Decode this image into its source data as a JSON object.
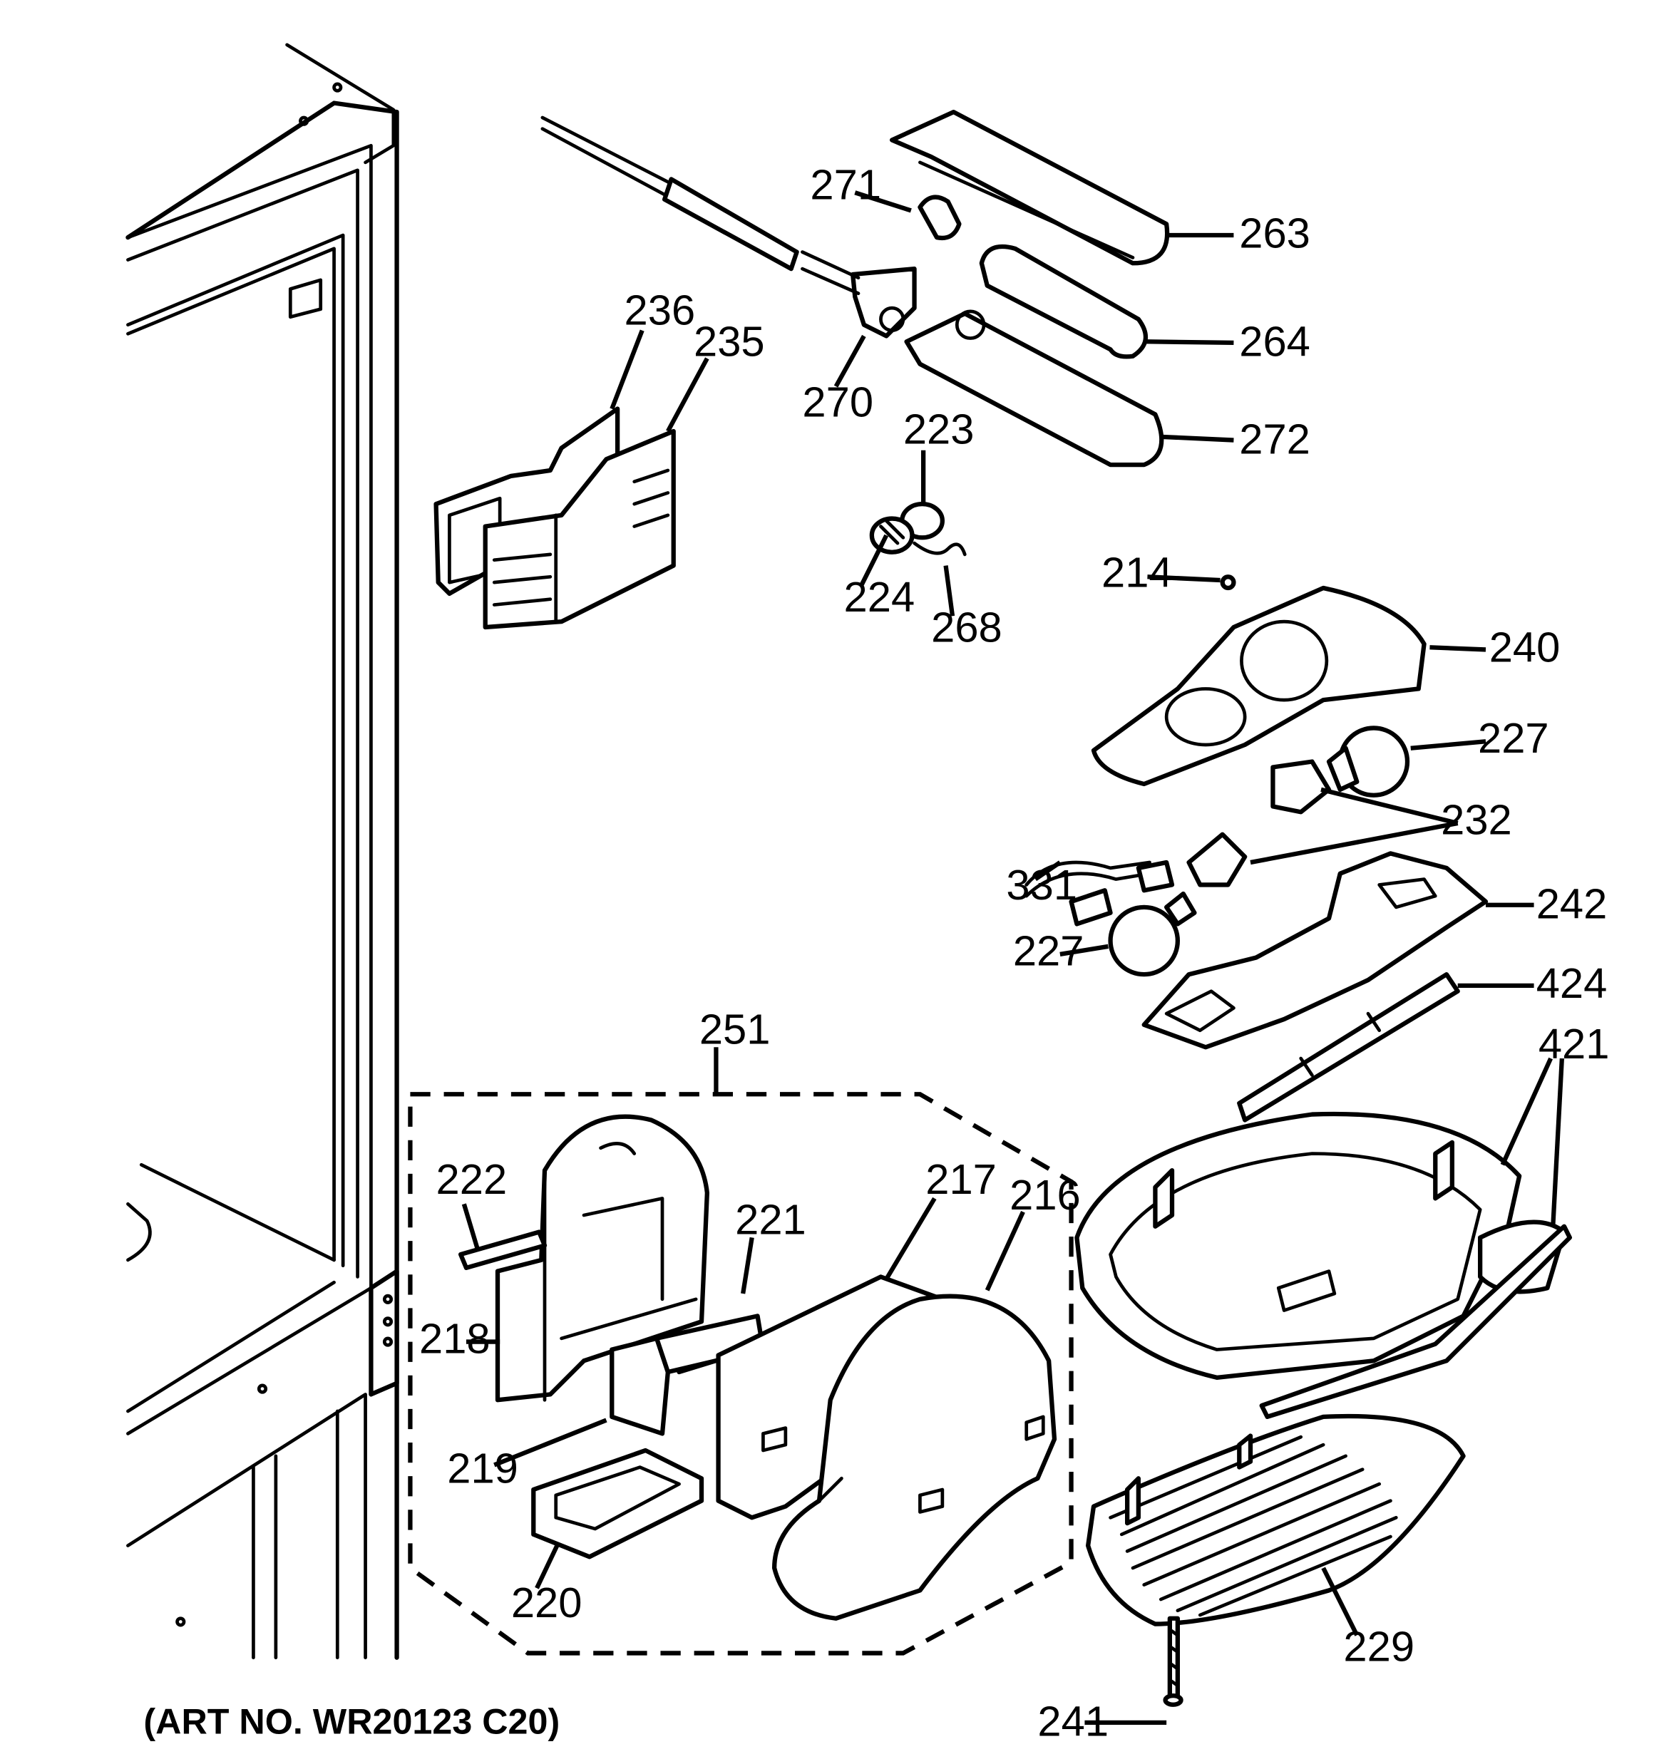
{
  "labels": {
    "p271": "271",
    "p263": "263",
    "p264": "264",
    "p272": "272",
    "p270": "270",
    "p236": "236",
    "p235": "235",
    "p223": "223",
    "p224": "224",
    "p268": "268",
    "p214": "214",
    "p240": "240",
    "p227a": "227",
    "p232": "232",
    "p331": "331",
    "p242": "242",
    "p227b": "227",
    "p424": "424",
    "p251": "251",
    "p421": "421",
    "p222": "222",
    "p221": "221",
    "p217": "217",
    "p216": "216",
    "p218": "218",
    "p219": "219",
    "p220": "220",
    "p229": "229",
    "p241": "241"
  },
  "art_number": "(ART NO. WR20123 C20)"
}
